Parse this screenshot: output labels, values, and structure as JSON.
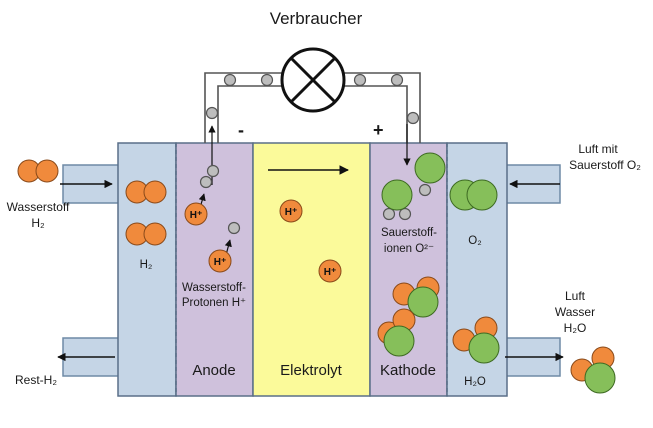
{
  "title": "Verbraucher",
  "polarity": {
    "minus": "-",
    "plus": "+"
  },
  "regions": {
    "anode": "Anode",
    "electrolyte": "Elektrolyt",
    "cathode": "Kathode"
  },
  "labels": {
    "hydrogen_in_1": "Wasserstoff",
    "hydrogen_in_2": "H₂",
    "rest_h2": "Rest-H₂",
    "h2_chamber": "H₂",
    "protons_1": "Wasserstoff-",
    "protons_2": "Protonen H⁺",
    "air_in_1": "Luft mit",
    "air_in_2": "Sauerstoff O₂",
    "oxygen_ions_1": "Sauerstoff-",
    "oxygen_ions_2": "ionen O²⁻",
    "o2_chamber": "O₂",
    "out_1": "Luft",
    "out_2": "Wasser",
    "out_3": "H₂O",
    "h2o_chamber": "H₂O"
  },
  "ion_label": "H⁺",
  "colors": {
    "gas_chamber": "#c5d5e6",
    "electrode": "#cfc1dc",
    "electrolyte": "#fbfa9a",
    "hydrogen_atom": "#f08a3c",
    "oxygen_atom": "#86bf5a",
    "electron": "#bdbdbd"
  }
}
